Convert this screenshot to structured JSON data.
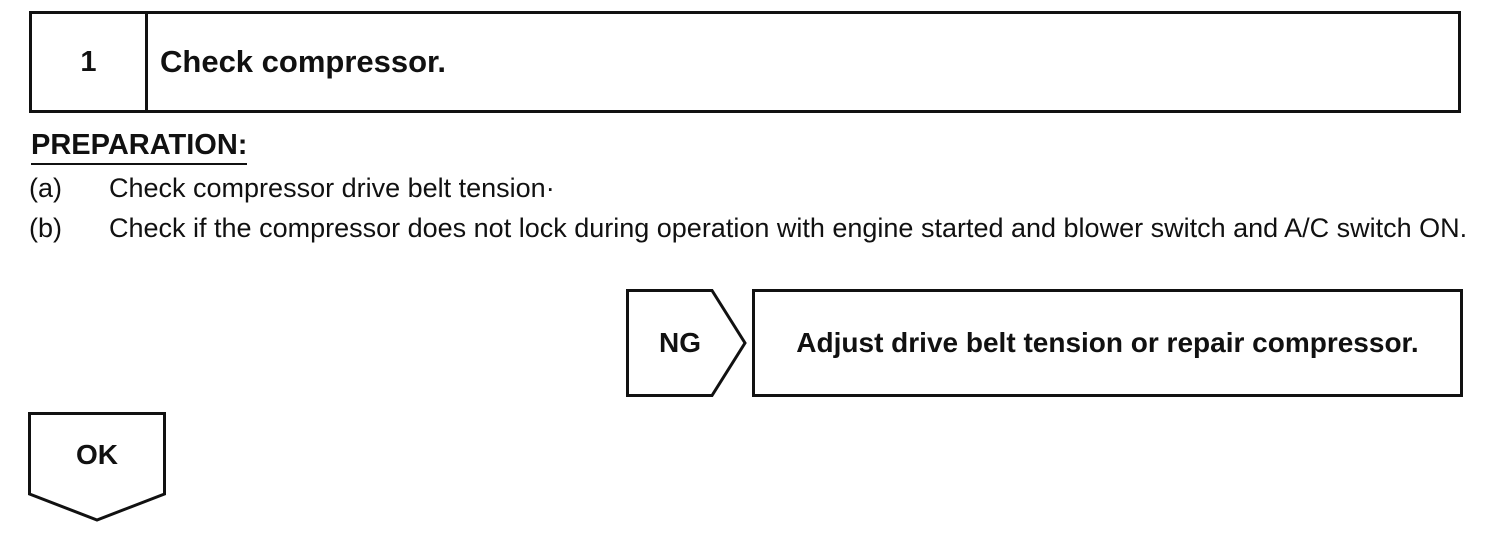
{
  "step": {
    "number": "1",
    "title": "Check compressor."
  },
  "preparation": {
    "heading": "PREPARATION:",
    "items": [
      {
        "marker": "(a)",
        "text": "Check compressor drive belt tension·"
      },
      {
        "marker": "(b)",
        "text": "Check if the compressor does not lock during operation with engine started and blower switch and A/C switch ON."
      }
    ]
  },
  "ng": {
    "label": "NG",
    "result": "Adjust drive belt tension or repair compressor."
  },
  "ok": {
    "label": "OK"
  }
}
